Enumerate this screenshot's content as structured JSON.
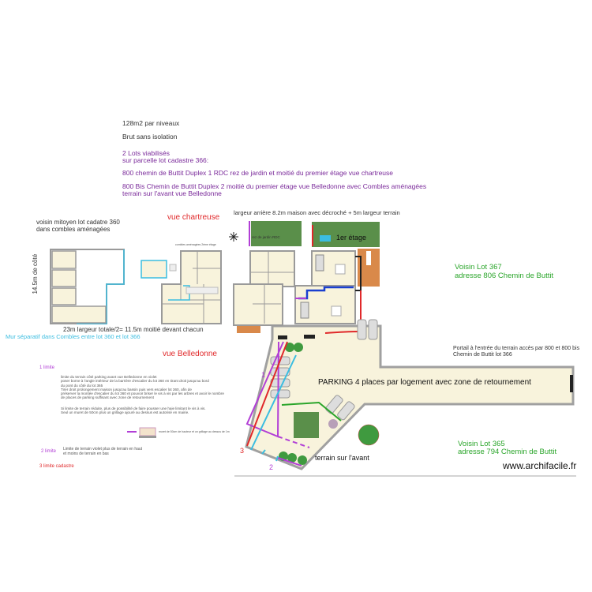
{
  "header": {
    "area": "128m2 par niveaux",
    "finish": "Brut sans isolation",
    "lots_line1": "2 Lots viabilisés",
    "lots_line2": "sur parcelle lot cadastre 366:",
    "duplex1": "800 chemin de Buttit Duplex 1 RDC rez de jardin et moitié du premier étage vue chartreuse",
    "duplex2_line1": "800 Bis Chemin de Buttit Duplex 2 moitié du premier étage vue Belledonne avec Combles aménagées",
    "duplex2_line2": "terrain sur l'avant vue Belledonne"
  },
  "left_plan": {
    "neighbor_line1": "voisin mitoyen lot cadatre 360",
    "neighbor_line2": "dans combles aménagées",
    "side_dim": "14.5m de côté",
    "width_note": "23m largeur totale/2= 11.5m moitié devant chacun",
    "wall_note": "Mur séparatif dans Combles entre lot 360 et lot 366",
    "attic_label": "combles aménagées 2ème étage"
  },
  "views": {
    "chartreuse": "vue chartreuse",
    "belledonne": "vue Belledonne"
  },
  "main_plan": {
    "rear_width": "largeur arrière 8.2m maison avec décroché + 5m largeur terrain",
    "garden_rdc": "rez de jardin RDC",
    "first_floor": "1er étage",
    "parking": "PARKING 4 places par logement avec zone de retournement",
    "front_land": "terrain sur l'avant",
    "gate_line1": "Portail à l'entrée du terrain accès par 800 et 800 bis",
    "gate_line2": "Chemin de Buttit lot 366",
    "marker_1": "1",
    "marker_2": "2",
    "marker_3": "3"
  },
  "neighbors": {
    "lot367_line1": "Voisin Lot 367",
    "lot367_line2": "adresse 806 Chemin de Buttit",
    "lot365_line1": "Voisin Lot 365",
    "lot365_line2": "adresse 794 Chemin de Buttit"
  },
  "legend": {
    "limit1_title": "1 limite",
    "limit1_text": [
      "limite du terrain côté parking avant vue Belledonne en violet",
      "poser borne à l'angle intérieur de la barrière d'escalier du lot 360 en tirant droit jusqu'au bord",
      "du pont du côté du lot 365",
      "Tirer droit prolongement maison jusqu'au bassin puis vers escalier lot 360, afin de",
      "préserver la montée d'escalier du lot 360 et pouvoir briser le vis à vis par les arbres et avoir le nombre",
      "de places de parking suffisant avec zone de retournement"
    ],
    "limit1_note": [
      "Si limite de terrain réduite, plus de possibilité de faire pousser une haie limitant le vis à vis.",
      "Seul un muret de 50cm plus un grillage ajouré au dessus est autorisé en mairie."
    ],
    "muret_note": "muret de 50cm de hauteur et un grillage au dessus de 1m",
    "limit2_title": "2 limite",
    "limit2_line1": "Limite de terrain violet plus de terrain en haut",
    "limit2_line2": "et moins de terrain en bas",
    "limit3_title": "3 limite cadastre"
  },
  "watermark": "www.archifacile.fr",
  "colors": {
    "purple": "#b23fd6",
    "red": "#e0282a",
    "cyan": "#3bbde0",
    "green": "#2aa52a",
    "lawn": "#5a8f4a",
    "floor": "#f8f3dc",
    "wall": "#9a9a9a",
    "terrace": "#d9894a"
  }
}
